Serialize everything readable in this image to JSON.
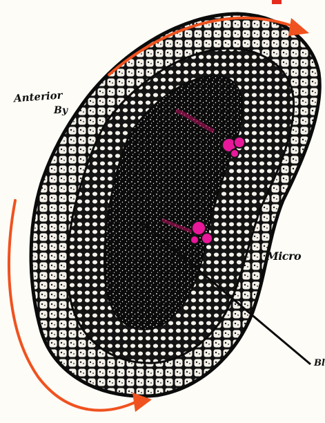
{
  "labels": {
    "anterior_line1": "Anterior",
    "anterior_line2": "By",
    "right_label": "Micro",
    "pointer_label": "Bl"
  },
  "colors": {
    "ink": "#0b0b0b",
    "paper": "#fdfcf7",
    "cell": "#f4f1ea",
    "annotation_arrow": "#f0521f",
    "stain_magenta": "#e8189a",
    "stain_dark": "#b0105c"
  },
  "icons": {
    "arrow_tip": "arrowhead-icon"
  }
}
